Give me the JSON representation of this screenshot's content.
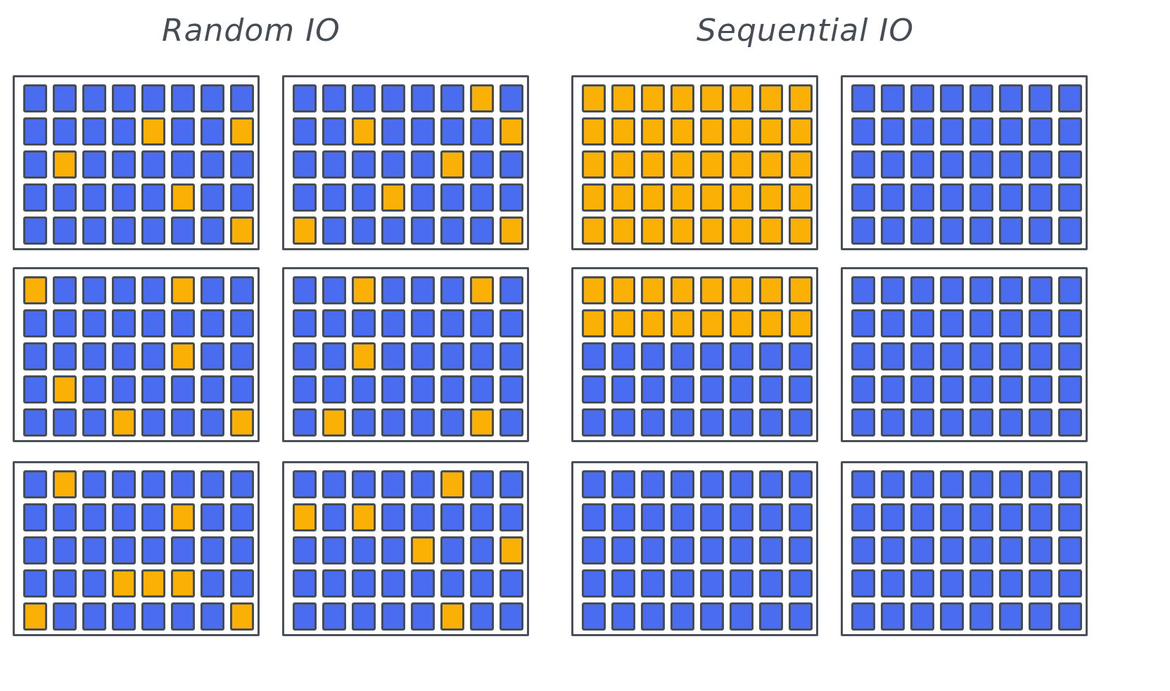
{
  "sections": [
    {
      "title": "Random IO",
      "panels": [
        {
          "col": 0,
          "row": 0,
          "grid": [
            "00000000",
            "00001001",
            "01000000",
            "00000100",
            "00000001"
          ]
        },
        {
          "col": 1,
          "row": 0,
          "grid": [
            "00000010",
            "00100001",
            "00000100",
            "00010000",
            "10000001"
          ]
        },
        {
          "col": 0,
          "row": 1,
          "grid": [
            "10000100",
            "00000000",
            "00000100",
            "01000000",
            "00010001"
          ]
        },
        {
          "col": 1,
          "row": 1,
          "grid": [
            "00100010",
            "00000000",
            "00100000",
            "00000000",
            "01000010"
          ]
        },
        {
          "col": 0,
          "row": 2,
          "grid": [
            "01000000",
            "00000100",
            "00000000",
            "00011100",
            "10000001"
          ]
        },
        {
          "col": 1,
          "row": 2,
          "grid": [
            "00000100",
            "10100000",
            "00001001",
            "00000000",
            "00000100"
          ]
        }
      ]
    },
    {
      "title": "Sequential IO",
      "panels": [
        {
          "col": 2,
          "row": 0,
          "grid": [
            "11111111",
            "11111111",
            "11111111",
            "11111111",
            "11111111"
          ]
        },
        {
          "col": 3,
          "row": 0,
          "grid": [
            "00000000",
            "00000000",
            "00000000",
            "00000000",
            "00000000"
          ]
        },
        {
          "col": 2,
          "row": 1,
          "grid": [
            "11111111",
            "11111111",
            "00000000",
            "00000000",
            "00000000"
          ]
        },
        {
          "col": 3,
          "row": 1,
          "grid": [
            "00000000",
            "00000000",
            "00000000",
            "00000000",
            "00000000"
          ]
        },
        {
          "col": 2,
          "row": 2,
          "grid": [
            "00000000",
            "00000000",
            "00000000",
            "00000000",
            "00000000"
          ]
        },
        {
          "col": 3,
          "row": 2,
          "grid": [
            "00000000",
            "00000000",
            "00000000",
            "00000000",
            "00000000"
          ]
        }
      ]
    }
  ],
  "colors": {
    "block": "#4a6cf0",
    "accessed_block": "#fab005",
    "outline": "#474d55"
  },
  "layout": {
    "col_x": [
      18,
      401,
      812,
      1195
    ],
    "row_y": [
      107,
      380,
      656
    ]
  }
}
